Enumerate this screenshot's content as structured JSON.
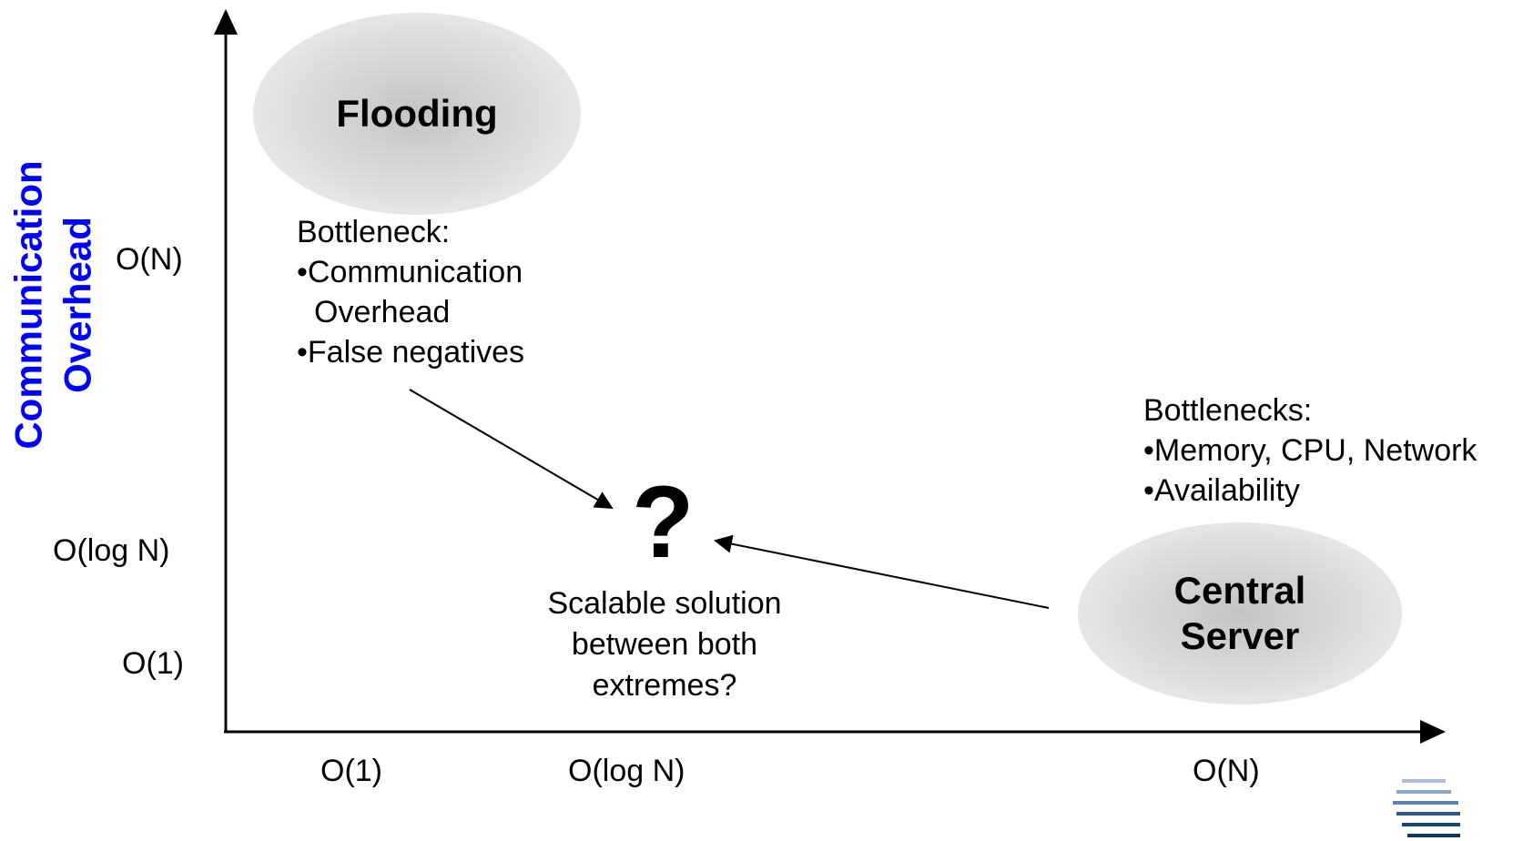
{
  "y_axis": {
    "label_line1": "Communication",
    "label_line2": "Overhead",
    "ticks": [
      "O(N)",
      "O(log N)",
      "O(1)"
    ]
  },
  "x_axis": {
    "ticks": [
      "O(1)",
      "O(log N)",
      "O(N)"
    ]
  },
  "flooding": {
    "label": "Flooding",
    "note_title": "Bottleneck:",
    "note_item1_line1": "Communication",
    "note_item1_line2": "Overhead",
    "note_item2": "False negatives"
  },
  "central_server": {
    "label_line1": "Central",
    "label_line2": "Server",
    "note_title": "Bottlenecks:",
    "note_item1": "Memory, CPU, Network",
    "note_item2": "Availability"
  },
  "middle": {
    "symbol": "?",
    "caption_line1": "Scalable solution",
    "caption_line2": "between both",
    "caption_line3": "extremes?"
  },
  "colors": {
    "axis_label": "#0000ff",
    "logo": "#17447a"
  },
  "icons": {
    "bullet": "•",
    "logo": "striped-logo-icon"
  }
}
